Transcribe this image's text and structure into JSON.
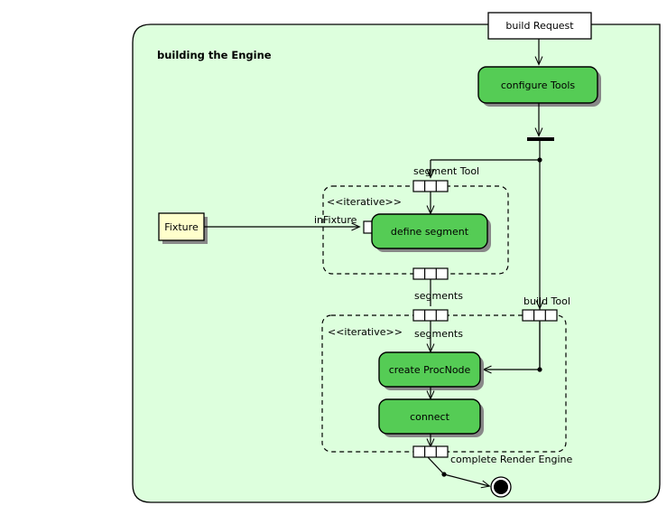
{
  "diagram": {
    "type": "uml-activity-diagram",
    "frame": {
      "title": "building the Engine",
      "fill": "#ddffdd",
      "stroke": "#000000"
    },
    "colors": {
      "activity_fill": "#55cc55",
      "object_fill": "#ffffcc",
      "frame_fill": "#ddffdd",
      "shadow": "#888888",
      "line": "#000000",
      "white": "#ffffff"
    },
    "nodes": [
      {
        "id": "build-request",
        "kind": "object-node",
        "label": "build Request"
      },
      {
        "id": "configure-tools",
        "kind": "action",
        "label": "configure Tools"
      },
      {
        "id": "fixture",
        "kind": "object-node",
        "label": "Fixture"
      },
      {
        "id": "define-segment",
        "kind": "action",
        "label": "define segment"
      },
      {
        "id": "create-procnode",
        "kind": "action",
        "label": "create ProcNode"
      },
      {
        "id": "connect",
        "kind": "action",
        "label": "connect"
      },
      {
        "id": "final-node",
        "kind": "activity-final",
        "label": ""
      }
    ],
    "expansion_regions": [
      {
        "id": "region-segments",
        "keyword": "<<iterative>>"
      },
      {
        "id": "region-procnodes",
        "keyword": "<<iterative>>"
      }
    ],
    "pin_labels": [
      {
        "id": "segment-tool",
        "label": "segment Tool"
      },
      {
        "id": "in-fixture",
        "label": "inFixture"
      },
      {
        "id": "segments-out",
        "label": "segments"
      },
      {
        "id": "segments-in",
        "label": "segments"
      },
      {
        "id": "segments-inner",
        "label": "segments"
      },
      {
        "id": "build-tool",
        "label": "build Tool"
      },
      {
        "id": "complete-render-engine",
        "label": "complete Render Engine"
      }
    ]
  }
}
